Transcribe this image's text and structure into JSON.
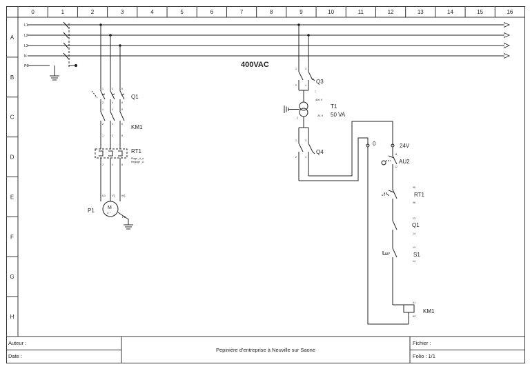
{
  "columns": [
    "0",
    "1",
    "2",
    "3",
    "4",
    "5",
    "6",
    "7",
    "8",
    "9",
    "10",
    "11",
    "12",
    "13",
    "14",
    "15",
    "16"
  ],
  "rows": [
    "A",
    "B",
    "C",
    "D",
    "E",
    "F",
    "G",
    "H"
  ],
  "supply": {
    "lines": [
      "L1",
      "L2",
      "L3",
      "N",
      "PE"
    ],
    "voltage_label": "400VAC"
  },
  "components": {
    "q1": "Q1",
    "km1": "KM1",
    "rt1": "RT1",
    "rt1_note1": "Plage _A_a",
    "rt1_note2": "Réglage _A",
    "motor": "P1",
    "motor_symbol": "M",
    "motor_phase": "3 ~",
    "motor_terminals": [
      "U1",
      "V1",
      "W1"
    ],
    "motor_pe": "PE",
    "q3": "Q3",
    "t1": "T1",
    "t1_rating": "50 VA",
    "t1_primary": "400 V",
    "t1_secondary": "24 V",
    "q4": "Q4",
    "zero": "0",
    "v24": "24V",
    "au2": "AU2",
    "rt1_ctrl": "RT1",
    "q1_ctrl": "Q1",
    "s1": "S1",
    "km1_coil": "KM1",
    "q1_terminals": [
      "1",
      "3",
      "5",
      "2",
      "4",
      "6"
    ],
    "km1_terminals": [
      "1",
      "3",
      "5",
      "2",
      "4",
      "6"
    ],
    "rt1_terminals": [
      "1",
      "3",
      "5",
      "2",
      "4",
      "6"
    ],
    "q3_terminals": [
      "1",
      "3",
      "2",
      "4"
    ],
    "q4_terminals": [
      "1",
      "3",
      "2",
      "4"
    ],
    "t1_terminals": [
      "1",
      "2"
    ],
    "au2_terminals": [
      "11",
      "12"
    ],
    "rt1_ctrl_terminals": [
      "95",
      "96"
    ],
    "q1_ctrl_terminals": [
      "13",
      "14"
    ],
    "s1_terminals": [
      "13",
      "14"
    ],
    "km1_coil_terminals": [
      "A1",
      "A2"
    ]
  },
  "title_block": {
    "author_label": "Auteur :",
    "date_label": "Date :",
    "project": "Pepinière d'entreprise à Neuville sur Saone",
    "file_label": "Fichier :",
    "folio_label": "Folio : 1/1"
  },
  "colors": {
    "wire": "#222222",
    "grid": "#333333",
    "background": "#ffffff"
  }
}
